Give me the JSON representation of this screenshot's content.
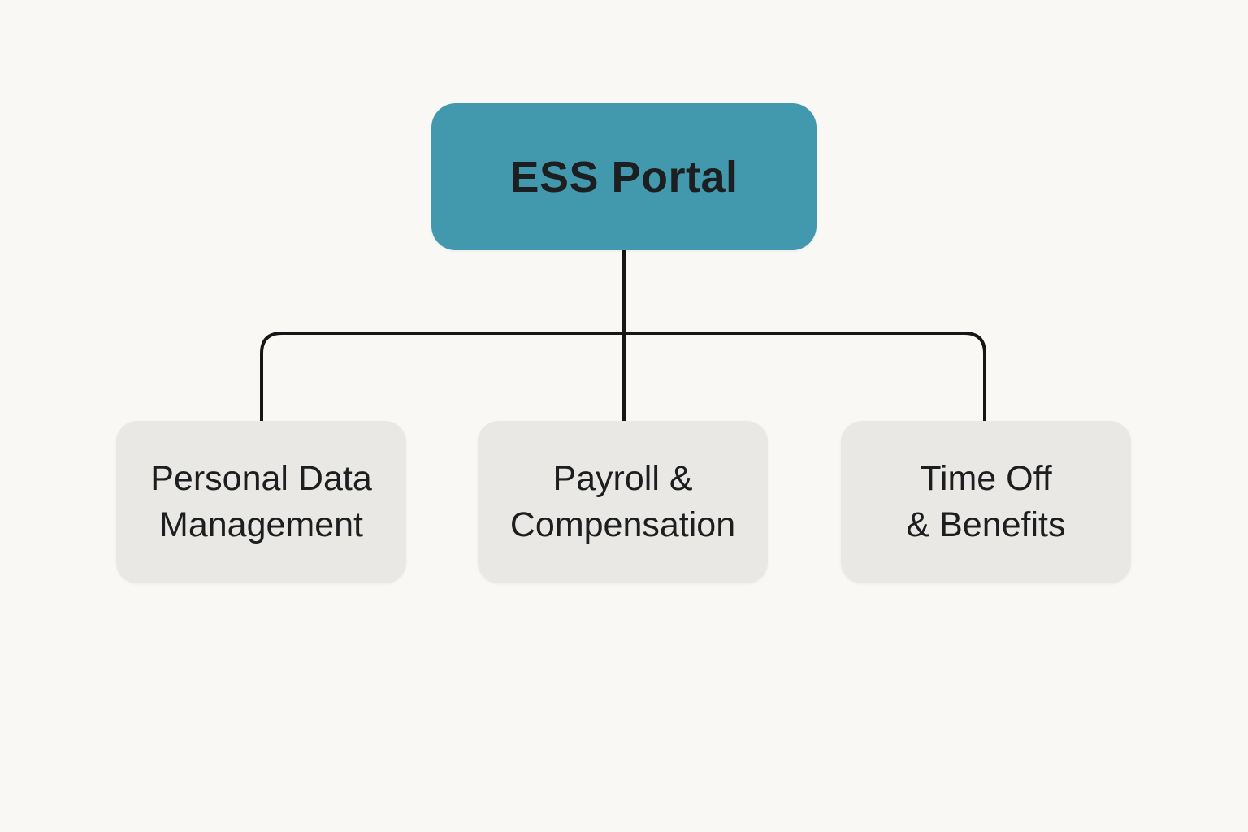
{
  "diagram": {
    "type": "hierarchy",
    "root": {
      "label": "ESS Portal"
    },
    "children": [
      {
        "id": "personal-data-management",
        "label": "Personal Data\nManagement"
      },
      {
        "id": "payroll-compensation",
        "label": "Payroll &\nCompensation"
      },
      {
        "id": "time-off-benefits",
        "label": "Time Off\n& Benefits"
      }
    ],
    "colors": {
      "background": "#faf8f4",
      "root_fill": "#4299ae",
      "child_fill": "#e9e8e4",
      "connector": "#161616",
      "text": "#1d1e20"
    }
  }
}
